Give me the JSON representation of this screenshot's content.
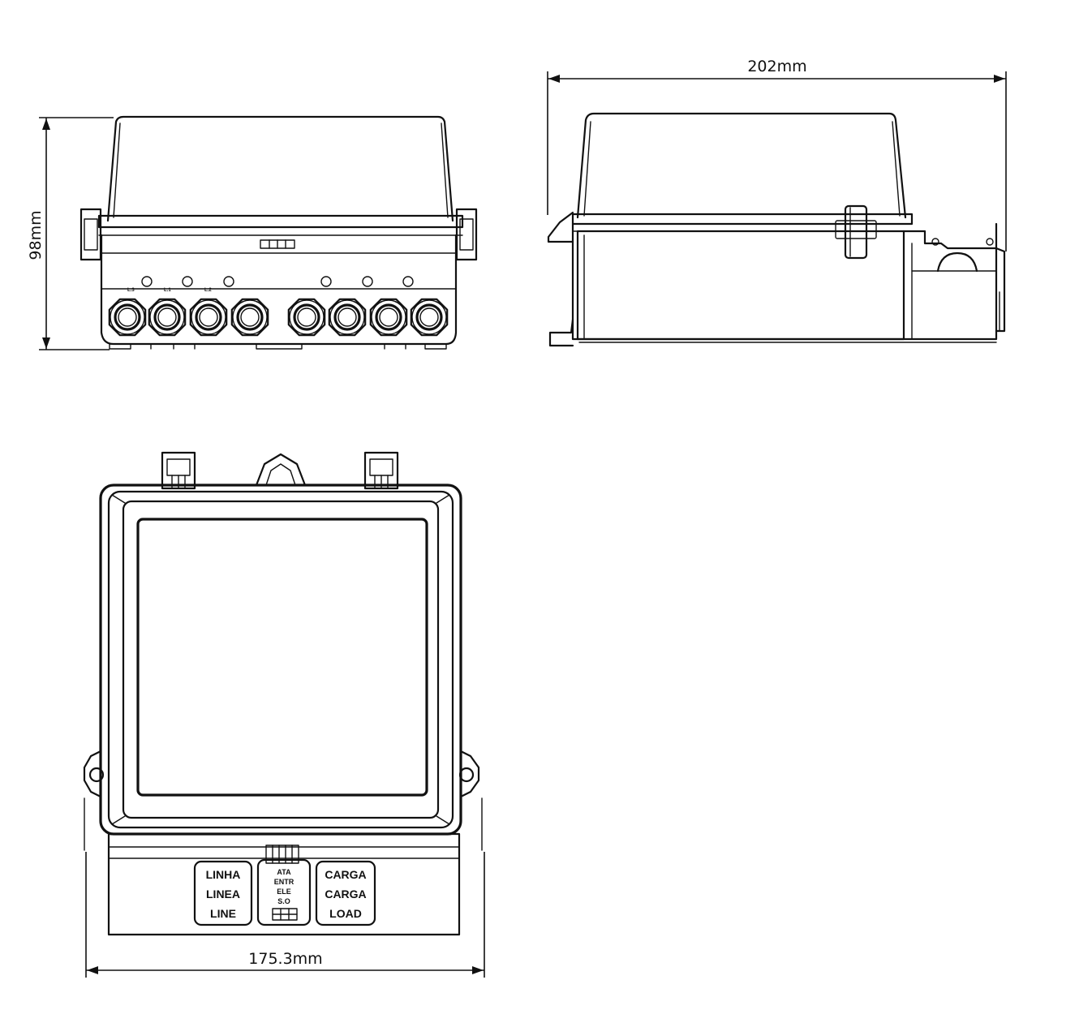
{
  "dimensions": {
    "height_label": "98mm",
    "length_label": "202mm",
    "width_label": "175.3mm"
  },
  "front_view": {
    "gland_labels": [
      "L.3",
      "L.1",
      "L.2"
    ]
  },
  "top_view": {
    "line_labels": [
      "LINHA",
      "LINEA",
      "LINE"
    ],
    "load_labels": [
      "CARGA",
      "CARGA",
      "LOAD"
    ],
    "center_labels": [
      "ATA",
      "ENTR",
      "ELE",
      "S.O"
    ]
  },
  "colors": {
    "stroke": "#111111",
    "background": "#ffffff"
  }
}
